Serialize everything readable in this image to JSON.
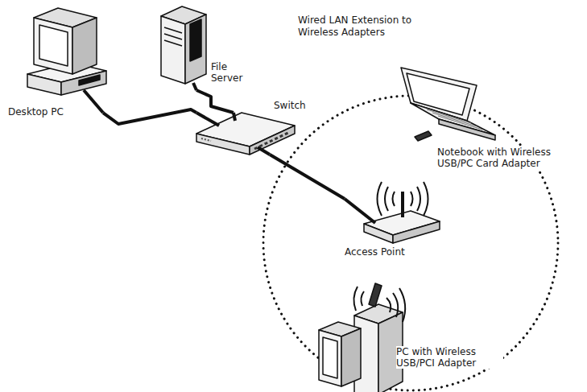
{
  "diagram": {
    "title": "Wired LAN Extension to Wireless Adapters",
    "nodes": [
      {
        "text": [
          "Desktop PC"
        ]
      },
      {
        "text": [
          "File Server"
        ]
      },
      {
        "text": [
          "Switch"
        ]
      },
      {
        "text": [
          "Access Point"
        ]
      },
      {
        "text": [
          "Notebook with Wireless USB/PC Card Adapter"
        ]
      },
      {
        "text": [
          "PC with Wireless USB/PCI Adapter"
        ]
      }
    ],
    "edges": [
      {
        "from": 0,
        "to": 2,
        "arrow": "none"
      },
      {
        "from": 1,
        "to": 2,
        "arrow": "none"
      },
      {
        "from": 2,
        "to": 3,
        "arrow": "none"
      }
    ]
  }
}
